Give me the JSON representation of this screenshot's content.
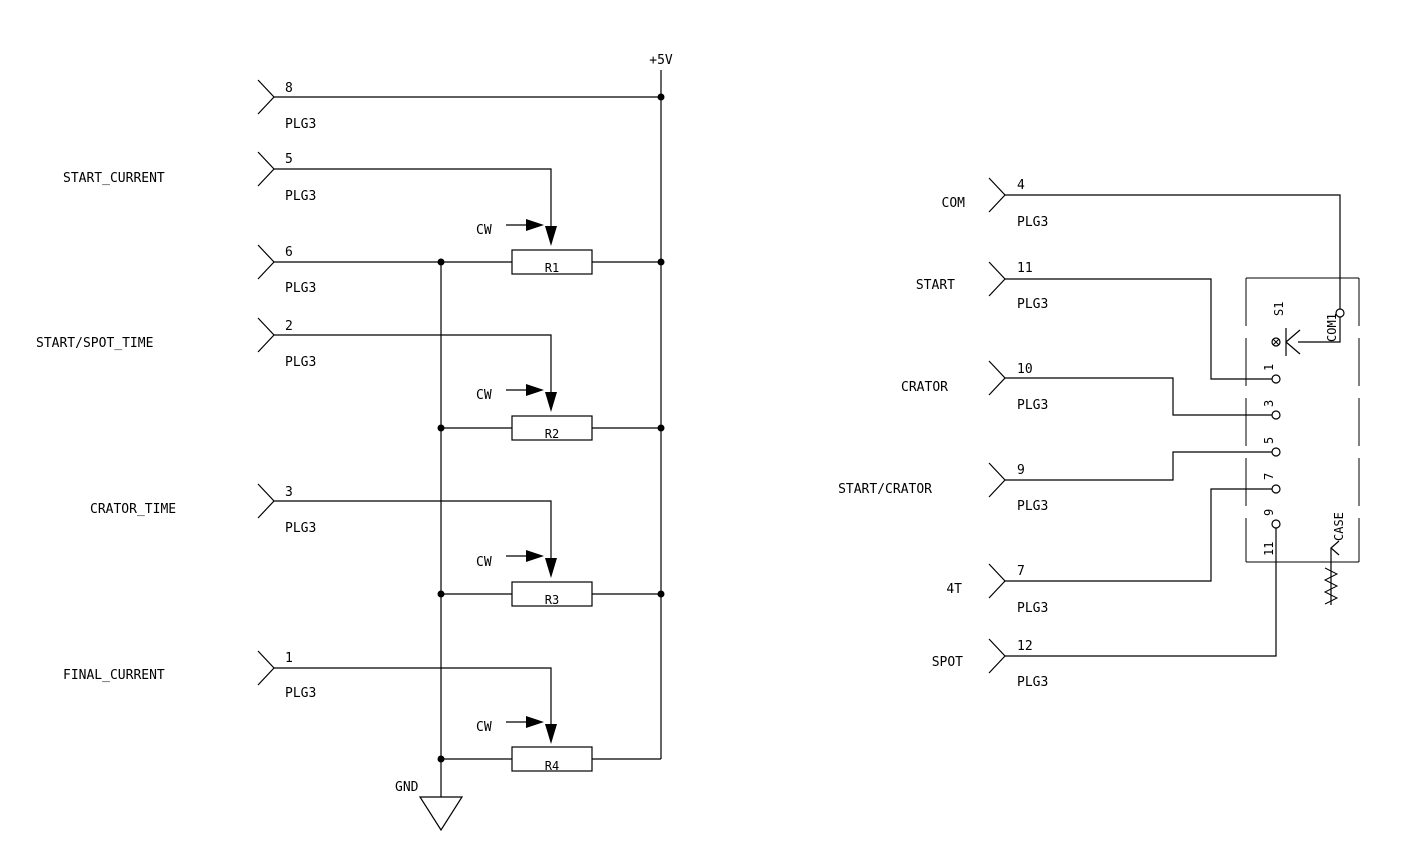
{
  "power": {
    "vcc": "+5V",
    "gnd": "GND"
  },
  "connector_name": "PLG3",
  "left_pins": [
    {
      "signal": "",
      "pin": "8"
    },
    {
      "signal": "START_CURRENT",
      "pin": "5"
    },
    {
      "signal": "",
      "pin": "6"
    },
    {
      "signal": "START/SPOT_TIME",
      "pin": "2"
    },
    {
      "signal": "CRATOR_TIME",
      "pin": "3"
    },
    {
      "signal": "FINAL_CURRENT",
      "pin": "1"
    }
  ],
  "pots": [
    {
      "name": "R1",
      "dir": "CW"
    },
    {
      "name": "R2",
      "dir": "CW"
    },
    {
      "name": "R3",
      "dir": "CW"
    },
    {
      "name": "R4",
      "dir": "CW"
    }
  ],
  "right_pins": [
    {
      "signal": "COM",
      "pin": "4"
    },
    {
      "signal": "START",
      "pin": "11"
    },
    {
      "signal": "CRATOR",
      "pin": "10"
    },
    {
      "signal": "START/CRATOR",
      "pin": "9"
    },
    {
      "signal": "4T",
      "pin": "7"
    },
    {
      "signal": "SPOT",
      "pin": "12"
    }
  ],
  "switch": {
    "name": "S1",
    "common": "COM1",
    "case_label": "CASE",
    "positions": [
      "1",
      "3",
      "5",
      "7",
      "9",
      "11"
    ]
  }
}
